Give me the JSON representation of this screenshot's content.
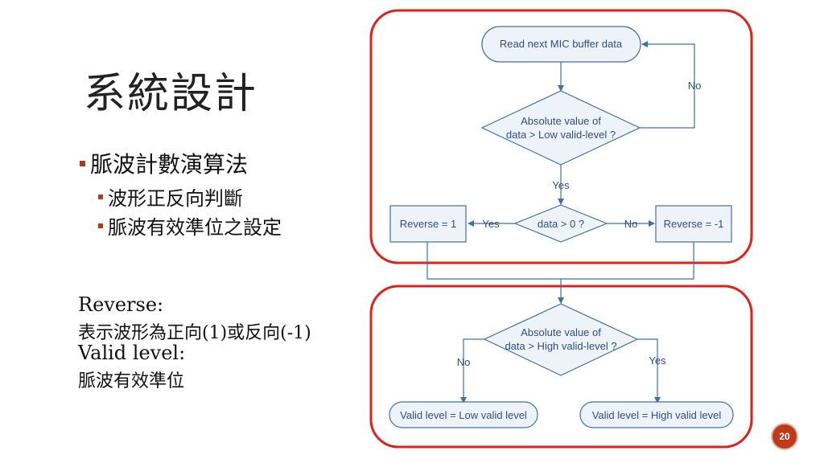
{
  "slide": {
    "title": "系統設計",
    "bullets": [
      {
        "text": "脈波計數演算法",
        "level": 1
      },
      {
        "text": "波形正反向判斷",
        "level": 2
      },
      {
        "text": "脈波有效準位之設定",
        "level": 2
      }
    ],
    "notes": {
      "reverse_label": "Reverse:",
      "reverse_desc": "表示波形為正向(1)或反向(-1)",
      "valid_label": "Valid level:",
      "valid_desc": "脈波有效準位"
    },
    "page_number": "20"
  },
  "flowchart": {
    "start": "Read next MIC buffer data",
    "decision1": [
      "Absolute value of",
      "data > Low valid-level ?"
    ],
    "decision2": "data > 0 ?",
    "decision3": [
      "Absolute value of",
      "data > High valid-level ?"
    ],
    "reverse_pos": "Reverse = 1",
    "reverse_neg": "Reverse = -1",
    "valid_low": "Valid level = Low valid level",
    "valid_high": "Valid level = High valid level",
    "labels": {
      "no_loop": "No",
      "yes_down": "Yes",
      "yes_left": "Yes",
      "no_right": "No",
      "no_left": "No",
      "yes_right": "Yes"
    },
    "colors": {
      "stroke": "#41719c",
      "text": "#2f4e80",
      "highlight_border": "#e0201b"
    }
  }
}
